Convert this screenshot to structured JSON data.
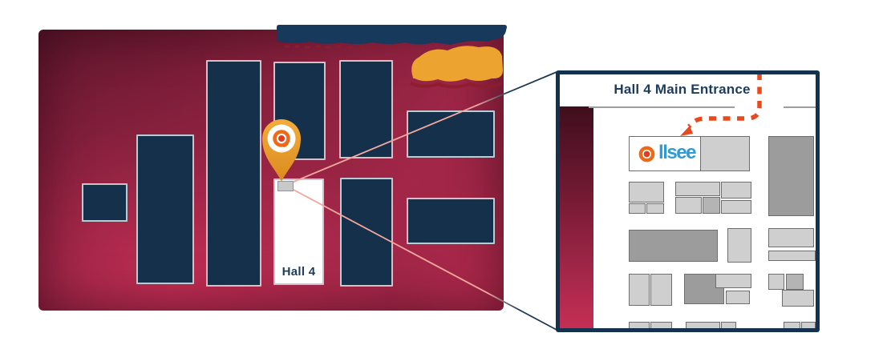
{
  "figure": {
    "map": {
      "hall_label": "Hall 4",
      "unlabeled_hall_blocks": 8,
      "marker": "allsee booth location"
    },
    "inset": {
      "title": "Hall 4 Main Entrance",
      "booth": {
        "brand": "allsee",
        "wordmark_suffix_after_icon": "llsee"
      }
    },
    "top_logo": {
      "text": "",
      "legible": false
    }
  },
  "colors": {
    "navy": "#14304B",
    "navy_border_gray": "#C3C8CE",
    "inset_border_navy": "#14324E",
    "title_navy": "#1D3C5C",
    "marker_gray": "#C9C9C9",
    "pin_orange": "#F3AC3B",
    "pin_orange_dark": "#DB8B1D",
    "brand_orange": "#ED6A16",
    "brand_red": "#E23B1F",
    "brand_blue": "#2E9BD6",
    "arrow_red": "#E84A1E",
    "booth_light": "#CFCFCF",
    "booth_medium": "#B4B4B4",
    "booth_dark": "#9C9C9C",
    "booth_border": "#6E6E6E",
    "wall_gray": "#9E9E9E",
    "connector_pink": "#F2A89C",
    "connector_navy": "#1B3A57",
    "logo_navy": "#17395C",
    "logo_orange": "#EDA32F",
    "logo_red": "#8E1D2B",
    "crimson_bright": "#C62E54",
    "crimson_mid": "#8E2240",
    "crimson_dark": "#4A101F"
  }
}
